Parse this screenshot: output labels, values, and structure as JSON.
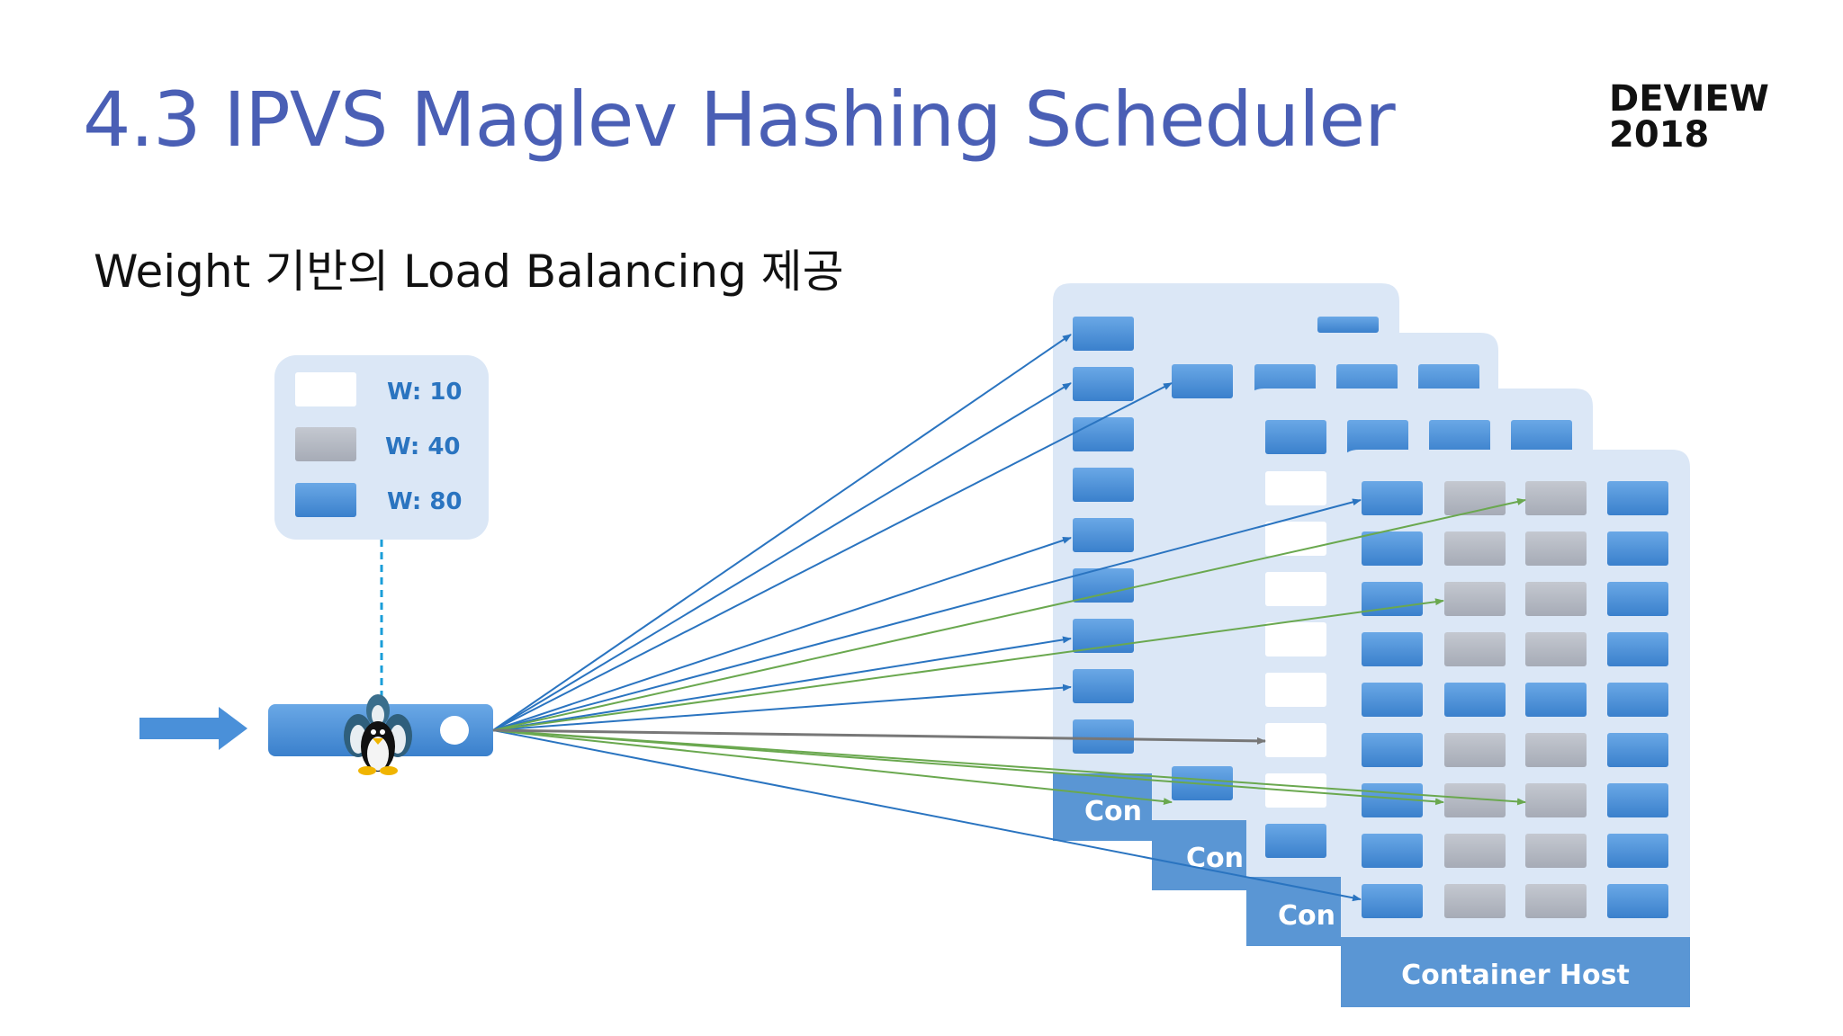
{
  "header": {
    "title": "4.3 IPVS Maglev Hashing Scheduler",
    "logo_line1": "DEVIEW",
    "logo_line2": "2018"
  },
  "subtitle": "Weight 기반의 Load Balancing 제공",
  "legend": [
    {
      "label": "W: 10",
      "color": "#ffffff"
    },
    {
      "label": "W: 40",
      "color": "#b3b8c4"
    },
    {
      "label": "W: 80",
      "color": "#4a90d9"
    }
  ],
  "host_label": "Container Host",
  "partial_host_label": "Con",
  "colors": {
    "title": "#4a5fb5",
    "blue_arrow": "#2a74c0",
    "green_arrow": "#6aa84f",
    "gray_arrow": "#777777",
    "panel": "#dbe7f6",
    "footer": "#5a96d4"
  },
  "icons": {
    "input_arrow": "arrow-right-icon",
    "tux": "tux-penguins-icon"
  }
}
